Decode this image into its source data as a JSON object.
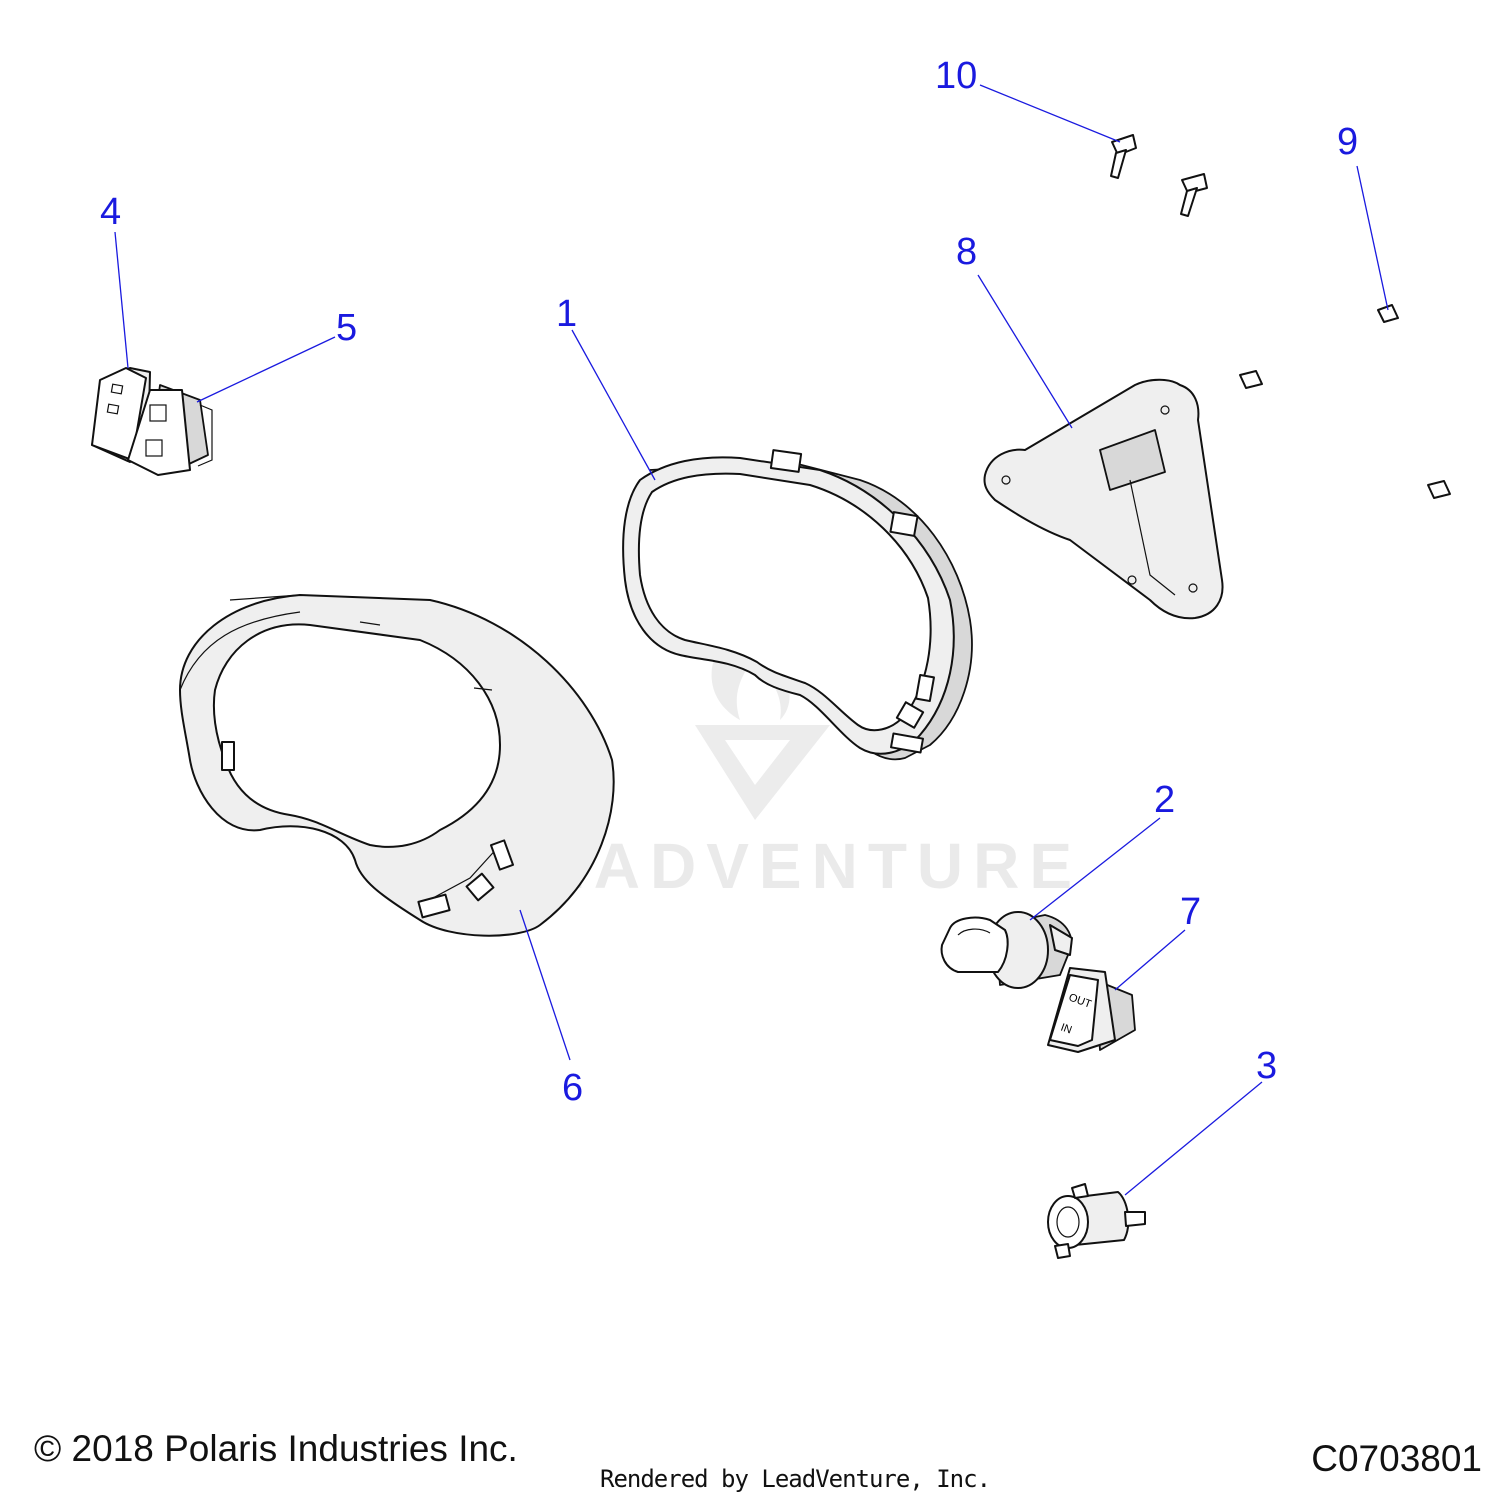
{
  "callouts": [
    "1",
    "2",
    "3",
    "4",
    "5",
    "6",
    "7",
    "8",
    "9",
    "10"
  ],
  "watermark": {
    "text": "LEADVENTURE"
  },
  "switch_legends": {
    "part7_top": "OUT",
    "part7_bottom": "IN"
  },
  "footer": {
    "copyright": "© 2018 Polaris Industries Inc.",
    "rendered_by": "Rendered by LeadVenture, Inc.",
    "diagram_code": "C0703801"
  },
  "colors": {
    "callout": "#1a1adf",
    "line_art": "#111111",
    "watermark": "#d9d9d9"
  }
}
